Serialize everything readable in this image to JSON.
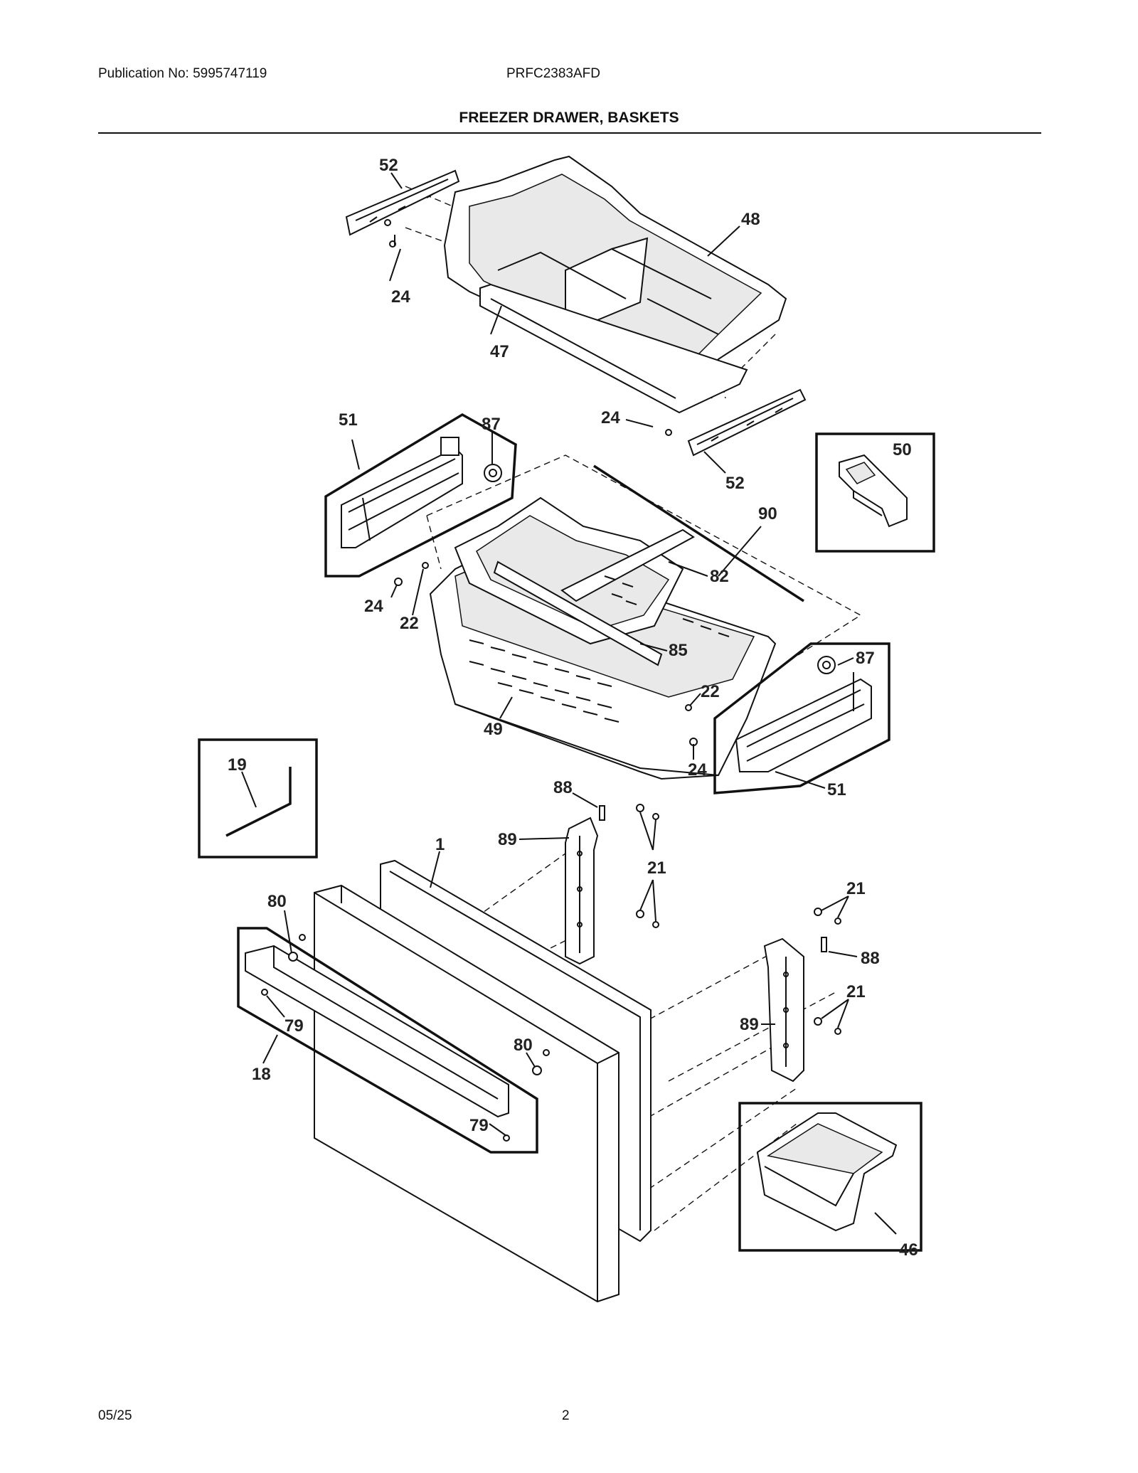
{
  "header": {
    "publication": "Publication No: 5995747119",
    "model": "PRFC2383AFD",
    "title": "FREEZER DRAWER, BASKETS"
  },
  "callouts": {
    "c52a": "52",
    "c48": "48",
    "c24a": "24",
    "c47": "47",
    "c24b": "24",
    "c52b": "52",
    "c50": "50",
    "c51a": "51",
    "c87a": "87",
    "c90": "90",
    "c82": "82",
    "c24c": "24",
    "c22a": "22",
    "c85": "85",
    "c22b": "22",
    "c87b": "87",
    "c49": "49",
    "c24d": "24",
    "c51b": "51",
    "c19": "19",
    "c88a": "88",
    "c89a": "89",
    "c1": "1",
    "c21a": "21",
    "c80a": "80",
    "c21b": "21",
    "c88b": "88",
    "c79a": "79",
    "c21c": "21",
    "c89b": "89",
    "c18": "18",
    "c80b": "80",
    "c79b": "79",
    "c46": "46"
  },
  "footer": {
    "date": "05/25",
    "page": "2"
  }
}
